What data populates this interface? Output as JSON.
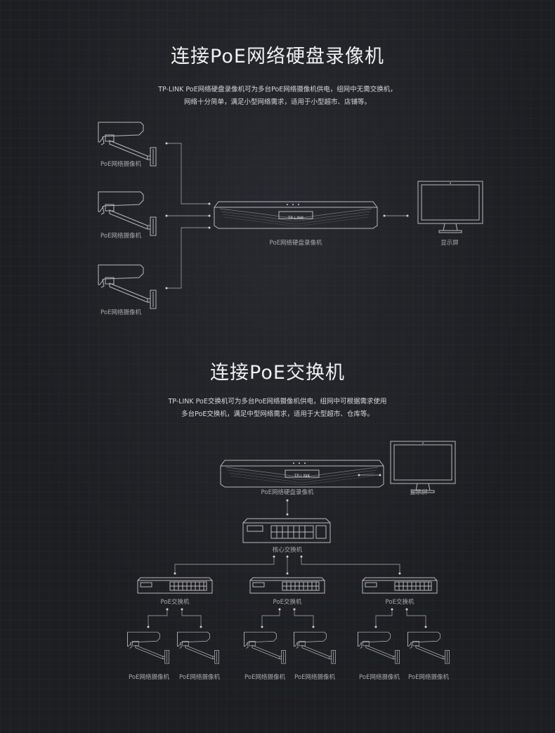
{
  "section1": {
    "title": "连接PoE网络硬盘录像机",
    "desc_line1": "TP-LINK PoE网络硬盘录像机可为多台PoE网络摄像机供电，组网中无需交换机，",
    "desc_line2": "网络十分简单，满足小型网络需求，适用于小型超市、店铺等。",
    "camera_label_1": "PoE网络摄像机",
    "camera_label_2": "PoE网络摄像机",
    "camera_label_3": "PoE网络摄像机",
    "nvr_label": "PoE网络硬盘录像机",
    "monitor_label": "显示屏",
    "brand": "TP-LINK"
  },
  "section2": {
    "title": "连接PoE交换机",
    "desc_line1": "TP-LINK PoE交换机可为多台PoE网络摄像机供电，组网中可根据需求使用",
    "desc_line2": "多台PoE交换机，满足中型网络需求，适用于大型超市、仓库等。",
    "nvr_label": "PoE网络硬盘录像机",
    "monitor_label": "显示屏",
    "core_switch_label": "核心交换机",
    "poe_switch_labels": [
      "PoE交换机",
      "PoE交换机",
      "PoE交换机"
    ],
    "camera_labels": [
      "PoE网络摄像机",
      "PoE网络摄像机",
      "PoE网络摄像机",
      "PoE网络摄像机",
      "PoE网络摄像机",
      "PoE网络摄像机"
    ],
    "brand": "TP-LINK"
  }
}
